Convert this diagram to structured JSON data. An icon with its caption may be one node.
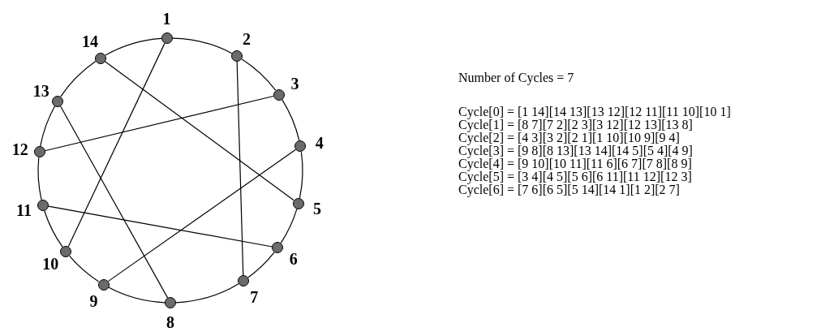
{
  "diagram": {
    "nodes": [
      {
        "text": [],
        "shape": "circle",
        "beside": [
          "1"
        ]
      },
      {
        "text": [],
        "shape": "circle",
        "beside": [
          "2"
        ]
      },
      {
        "text": [],
        "shape": "circle",
        "beside": [
          "3"
        ]
      },
      {
        "text": [],
        "shape": "circle",
        "beside": [
          "4"
        ]
      },
      {
        "text": [],
        "shape": "circle",
        "beside": [
          "5"
        ]
      },
      {
        "text": [],
        "shape": "circle",
        "beside": [
          "6"
        ]
      },
      {
        "text": [],
        "shape": "circle",
        "beside": [
          "7"
        ]
      },
      {
        "text": [],
        "shape": "circle",
        "beside": [
          "8"
        ]
      },
      {
        "text": [],
        "shape": "circle",
        "beside": [
          "9"
        ]
      },
      {
        "text": [],
        "shape": "circle",
        "beside": [
          "10"
        ]
      },
      {
        "text": [],
        "shape": "circle",
        "beside": [
          "11"
        ]
      },
      {
        "text": [],
        "shape": "circle",
        "beside": [
          "12"
        ]
      },
      {
        "text": [],
        "shape": "circle",
        "beside": [
          "13"
        ]
      },
      {
        "text": [],
        "shape": "circle",
        "beside": [
          "14"
        ]
      }
    ],
    "edges": [
      {
        "from": 0,
        "to": 1,
        "arrow": "none"
      },
      {
        "from": 1,
        "to": 2,
        "arrow": "none"
      },
      {
        "from": 2,
        "to": 3,
        "arrow": "none"
      },
      {
        "from": 3,
        "to": 4,
        "arrow": "none"
      },
      {
        "from": 4,
        "to": 5,
        "arrow": "none"
      },
      {
        "from": 5,
        "to": 6,
        "arrow": "none"
      },
      {
        "from": 6,
        "to": 7,
        "arrow": "none"
      },
      {
        "from": 7,
        "to": 8,
        "arrow": "none"
      },
      {
        "from": 8,
        "to": 9,
        "arrow": "none"
      },
      {
        "from": 9,
        "to": 10,
        "arrow": "none"
      },
      {
        "from": 10,
        "to": 11,
        "arrow": "none"
      },
      {
        "from": 11,
        "to": 12,
        "arrow": "none"
      },
      {
        "from": 12,
        "to": 13,
        "arrow": "none"
      },
      {
        "from": 13,
        "to": 0,
        "arrow": "none"
      },
      {
        "from": 0,
        "to": 9,
        "arrow": "none"
      },
      {
        "from": 13,
        "to": 4,
        "arrow": "none"
      },
      {
        "from": 1,
        "to": 6,
        "arrow": "none"
      },
      {
        "from": 2,
        "to": 11,
        "arrow": "none"
      },
      {
        "from": 12,
        "to": 7,
        "arrow": "none"
      },
      {
        "from": 3,
        "to": 8,
        "arrow": "none"
      },
      {
        "from": 10,
        "to": 5,
        "arrow": "none"
      }
    ],
    "labels": [
      "Number of Cycles = 7",
      "Cycle[0] = [1 14][14 13][13 12][12 11][11 10][10 1]",
      "Cycle[1] = [8 7][7 2][2 3][3 12][12 13][13 8]",
      "Cycle[2] = [4 3][3 2][2 1][1 10][10 9][9 4]",
      "Cycle[3] = [9 8][8 13][13 14][14 5][5 4][4 9]",
      "Cycle[4] = [9 10][10 11][11 6][6 7][7 8][8 9]",
      "Cycle[5] = [3 4][4 5][5 6][6 11][11 12][12 3]",
      "Cycle[6] = [7 6][6 5][5 14][14 1][1 2][2 7]"
    ]
  }
}
